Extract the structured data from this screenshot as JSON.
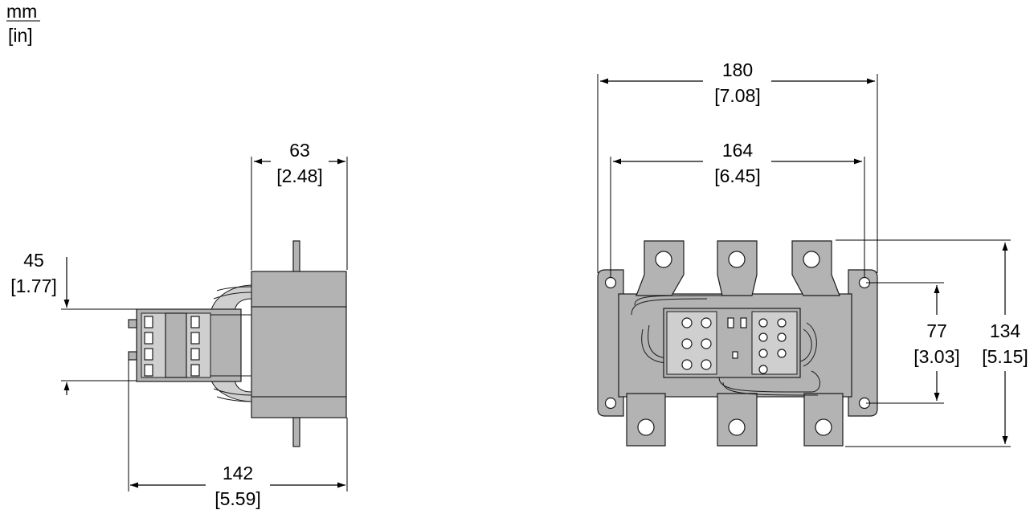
{
  "units": {
    "primary": "mm",
    "secondary": "[in]"
  },
  "side_view": {
    "width_63": {
      "mm": "63",
      "in": "[2.48]"
    },
    "height_45": {
      "mm": "45",
      "in": "[1.77]"
    },
    "depth_142": {
      "mm": "142",
      "in": "[5.59]"
    }
  },
  "front_view": {
    "width_180": {
      "mm": "180",
      "in": "[7.08]"
    },
    "width_164": {
      "mm": "164",
      "in": "[6.45]"
    },
    "height_77": {
      "mm": "77",
      "in": "[3.03]"
    },
    "height_134": {
      "mm": "134",
      "in": "[5.15]"
    }
  }
}
